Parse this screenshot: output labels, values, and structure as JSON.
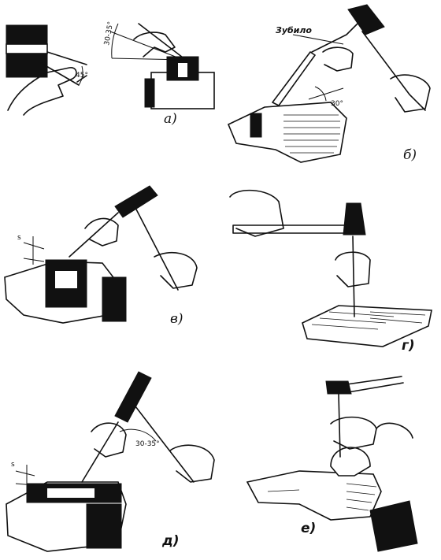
{
  "panels": {
    "a": {
      "label": "а)",
      "angle_small": "45°",
      "angle_large": "30-35°"
    },
    "b": {
      "label": "б)",
      "tool_caption": "Зубило",
      "angle": "30°"
    },
    "v": {
      "label": "в)",
      "dim": "s"
    },
    "g": {
      "label": "г)"
    },
    "d": {
      "label": "д)",
      "dim": "s",
      "angle": "30-35°"
    },
    "e": {
      "label": "е)"
    }
  }
}
